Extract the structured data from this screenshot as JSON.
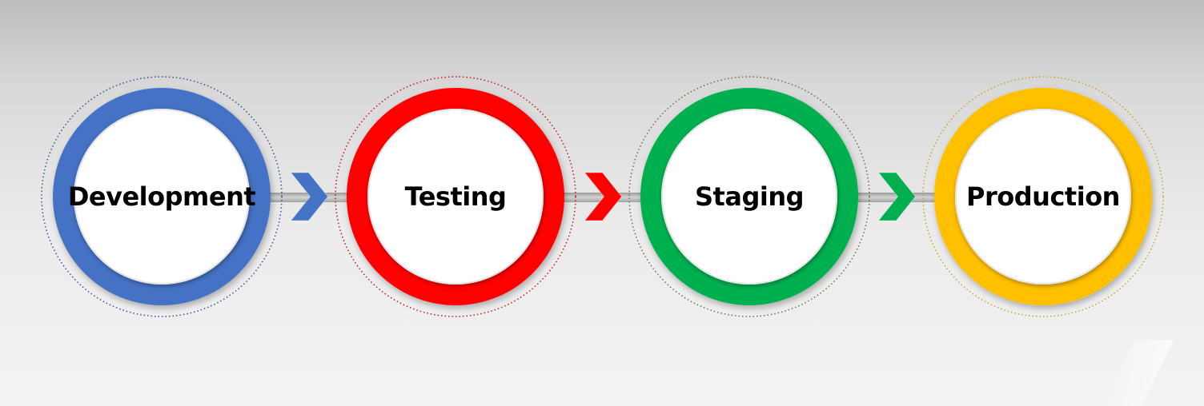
{
  "stages": [
    {
      "label": "Development",
      "color": "#4472C4",
      "dot_color": "#2F4F9A"
    },
    {
      "label": "Testing",
      "color": "#FF0000",
      "dot_color": "#CC1111"
    },
    {
      "label": "Staging",
      "color": "#00B050",
      "dot_color": "#5A7A30"
    },
    {
      "label": "Production",
      "color": "#FFC000",
      "dot_color": "#C9A020"
    }
  ]
}
